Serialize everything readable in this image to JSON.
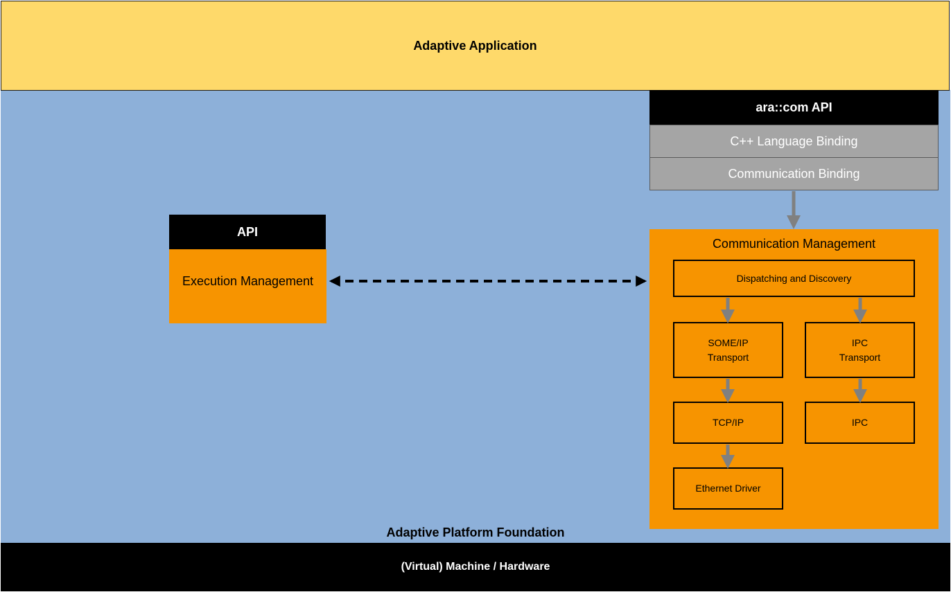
{
  "application": {
    "label": "Adaptive Application"
  },
  "hardware": {
    "label": "(Virtual) Machine / Hardware"
  },
  "foundation": {
    "label": "Adaptive Platform Foundation"
  },
  "aracom": {
    "header": "ara::com API",
    "cpp_binding": "C++ Language Binding",
    "comm_binding": "Communication Binding"
  },
  "execution": {
    "api": "API",
    "management": "Execution Management"
  },
  "communication": {
    "title": "Communication Management",
    "dispatch": "Dispatching and Discovery",
    "someip_line1": "SOME/IP",
    "someip_line2": "Transport",
    "ipc_transport_line1": "IPC",
    "ipc_transport_line2": "Transport",
    "tcpip": "TCP/IP",
    "ipc": "IPC",
    "ethernet": "Ethernet Driver"
  },
  "colors": {
    "application": "#fed96a",
    "platform": "#8db0d9",
    "orange": "#f79400",
    "binding_gray": "#a5a5a5",
    "arrow_gray": "#808080",
    "black": "#000000"
  }
}
